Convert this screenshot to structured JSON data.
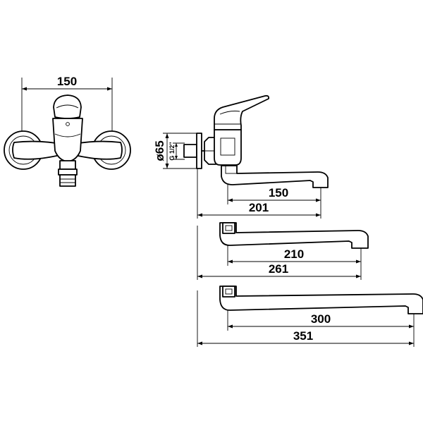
{
  "front_view": {
    "width_label": "150"
  },
  "side_view": {
    "diameter_label": "ø65",
    "thread_label": "G 1/2\"",
    "spout_label": "150",
    "overall_label": "201"
  },
  "variant_210": {
    "spout_label": "210",
    "overall_label": "261"
  },
  "variant_300": {
    "spout_label": "300",
    "overall_label": "351"
  },
  "colors": {
    "line": "#000000",
    "background": "#ffffff"
  }
}
